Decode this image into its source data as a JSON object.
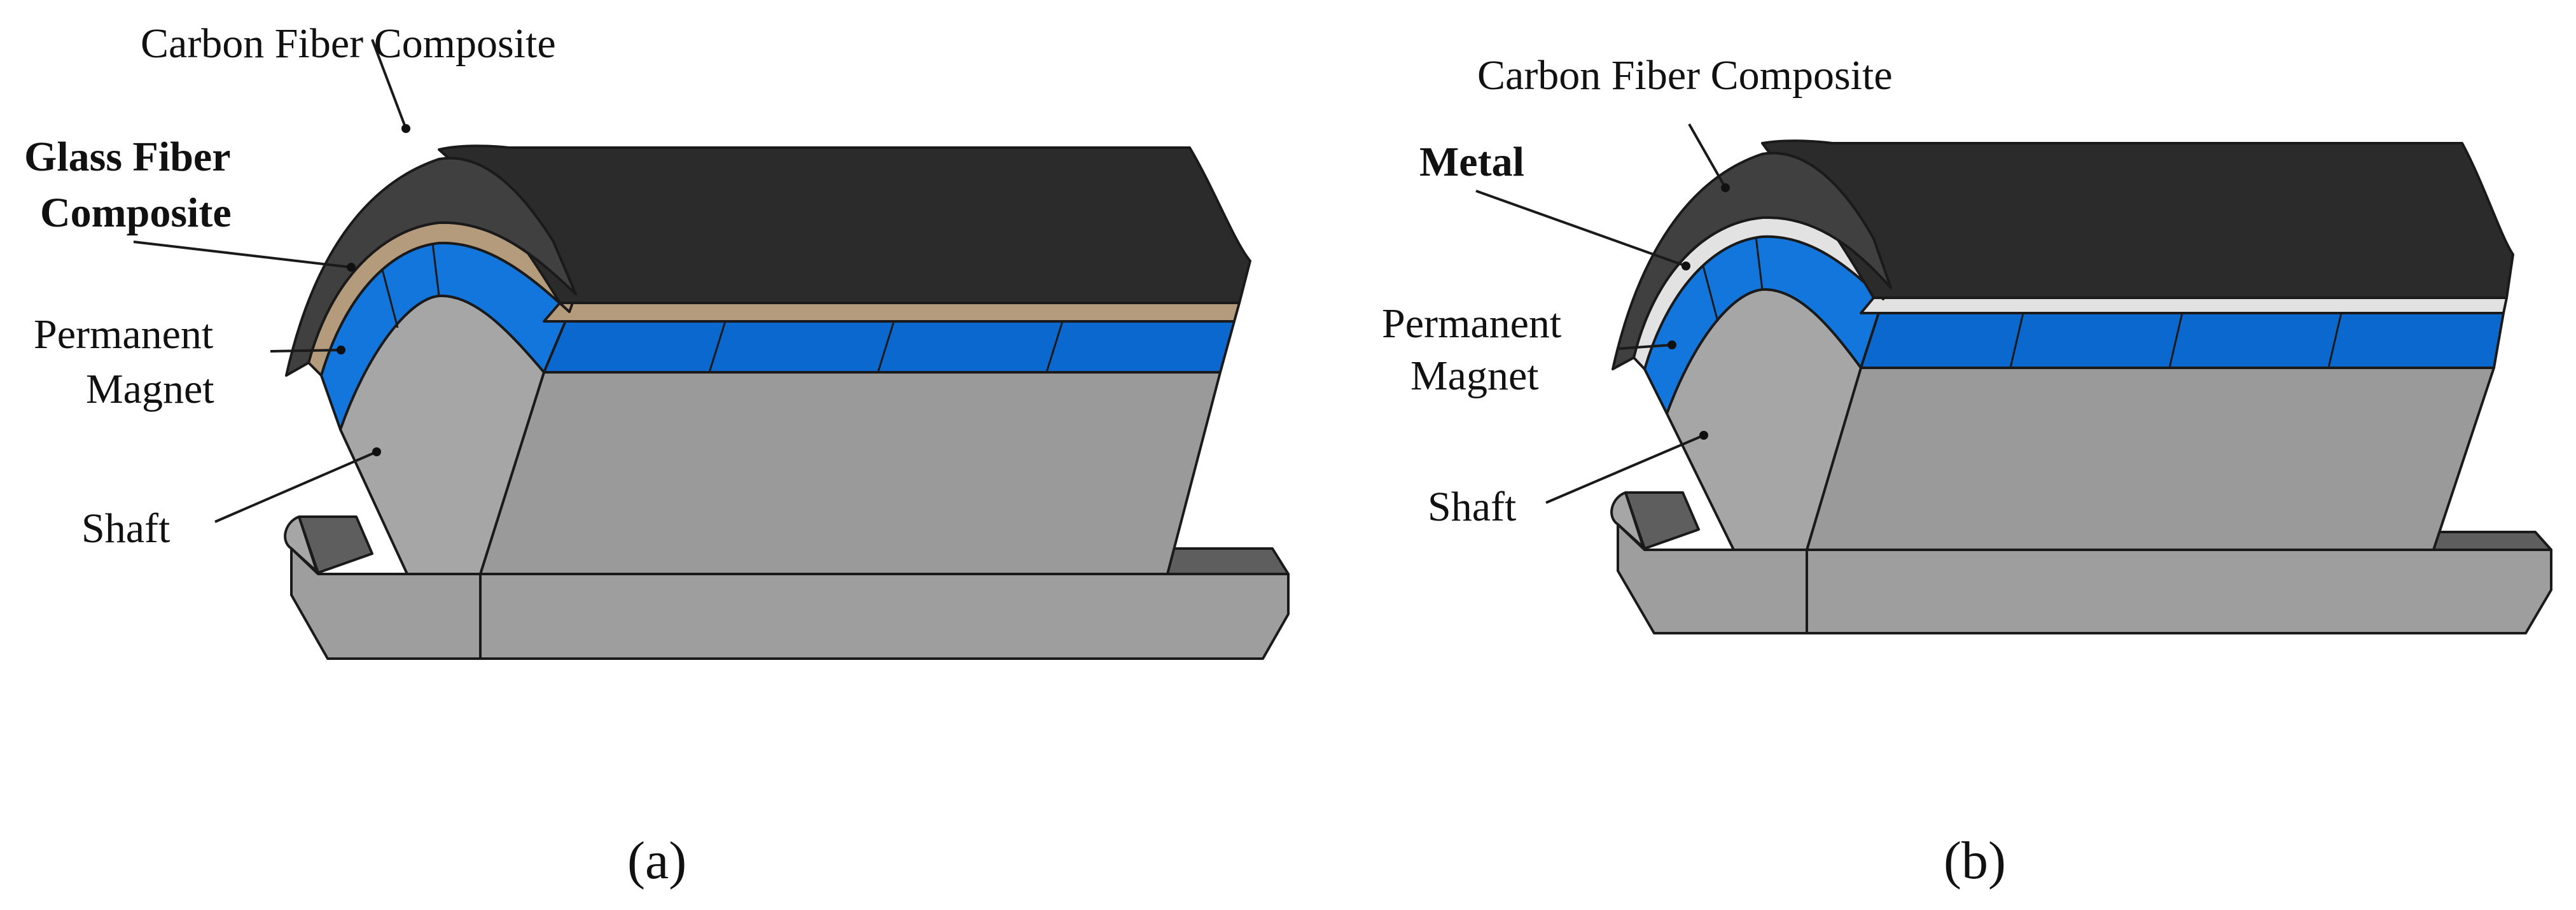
{
  "colors": {
    "carbon_fiber_top": "#2b2b2b",
    "carbon_fiber_face": "#404040",
    "glass_fiber": "#b49b7c",
    "metal": "#e2e2e2",
    "magnet": "#0a68cf",
    "magnet_face": "#1276dd",
    "shaft_face": "#a6a6a6",
    "shaft_side": "#9a9a9a",
    "shaft_dark": "#5e5e5e"
  },
  "panels": [
    {
      "caption": "(a)",
      "labels": {
        "outer_sleeve": "Carbon Fiber Composite",
        "inner_sleeve_line1": "Glass Fiber",
        "inner_sleeve_line2": "Composite",
        "magnet_line1": "Permanent",
        "magnet_line2": "Magnet",
        "shaft": "Shaft"
      }
    },
    {
      "caption": "(b)",
      "labels": {
        "outer_sleeve": "Carbon Fiber Composite",
        "inner_sleeve": "Metal",
        "magnet_line1": "Permanent",
        "magnet_line2": "Magnet",
        "shaft": "Shaft"
      }
    }
  ]
}
